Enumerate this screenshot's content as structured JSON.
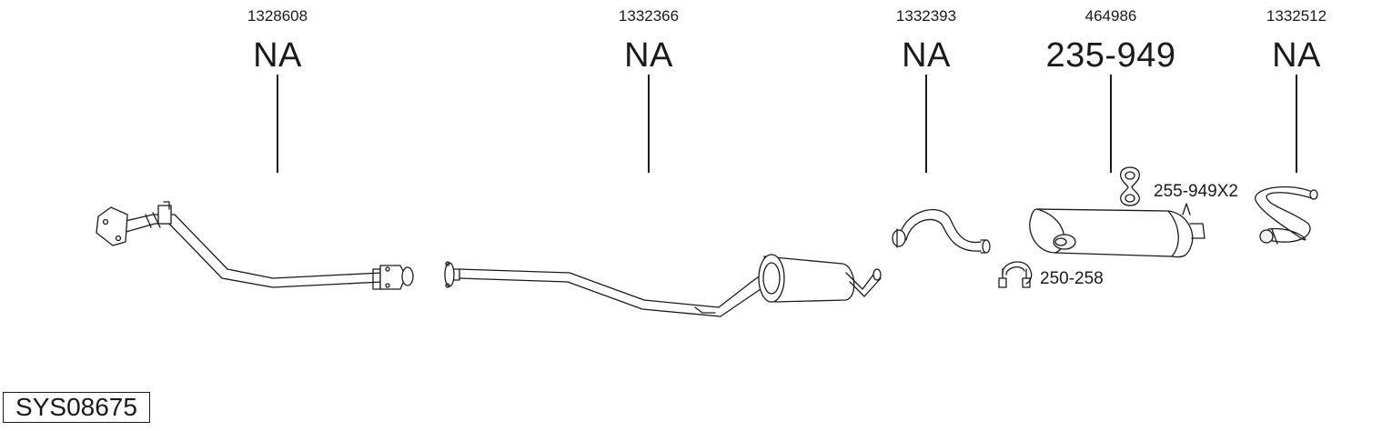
{
  "columns": [
    {
      "oe": "1328608",
      "ref": "NA"
    },
    {
      "oe": "1332366",
      "ref": "NA"
    },
    {
      "oe": "1332393",
      "ref": "NA"
    },
    {
      "oe": "464986",
      "ref": "235-949"
    },
    {
      "oe": "1332512",
      "ref": "NA"
    }
  ],
  "accessories": [
    {
      "label": "255-949X2",
      "icon": "rubber-hanger-icon"
    },
    {
      "label": "250-258",
      "icon": "pipe-clamp-icon"
    }
  ],
  "system_code": "SYS08675"
}
